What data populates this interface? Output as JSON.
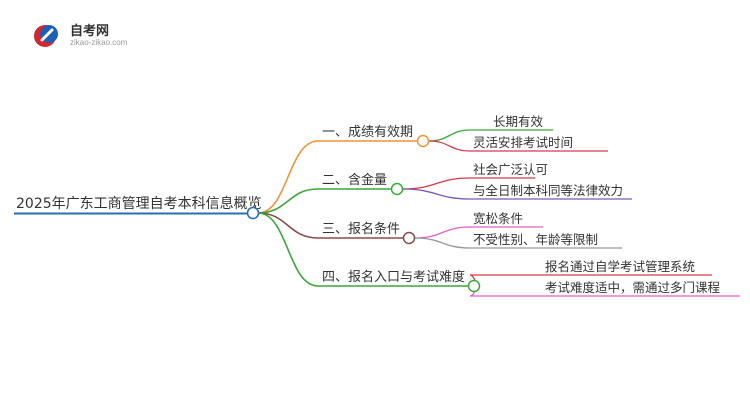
{
  "logo": {
    "title": "自考网",
    "url": "zikao-zikao.com"
  },
  "mindmap": {
    "root": "2025年广东工商管理自考本科信息概览",
    "branches": [
      {
        "label": "一、成绩有效期",
        "color": "#f0943a",
        "children": [
          {
            "label": "长期有效",
            "color": "#3aa63a"
          },
          {
            "label": "灵活安排考试时间",
            "color": "#d23a4a"
          }
        ]
      },
      {
        "label": "二、含金量",
        "color": "#3aa63a",
        "children": [
          {
            "label": "社会广泛认可",
            "color": "#d23a4a"
          },
          {
            "label": "与全日制本科同等法律效力",
            "color": "#7a5bb0"
          }
        ]
      },
      {
        "label": "三、报名条件",
        "color": "#8b4a4a",
        "children": [
          {
            "label": "宽松条件",
            "color": "#e060c0"
          },
          {
            "label": "不受性别、年龄等限制",
            "color": "#999999"
          }
        ]
      },
      {
        "label": "四、报名入口与考试难度",
        "color": "#3aa63a",
        "children": [
          {
            "label": "报名通过自学考试管理系统",
            "color": "#d23a4a"
          },
          {
            "label": "考试难度适中，需通过多门课程",
            "color": "#e060c0"
          }
        ]
      }
    ],
    "root_color": "#2a6fb0"
  }
}
